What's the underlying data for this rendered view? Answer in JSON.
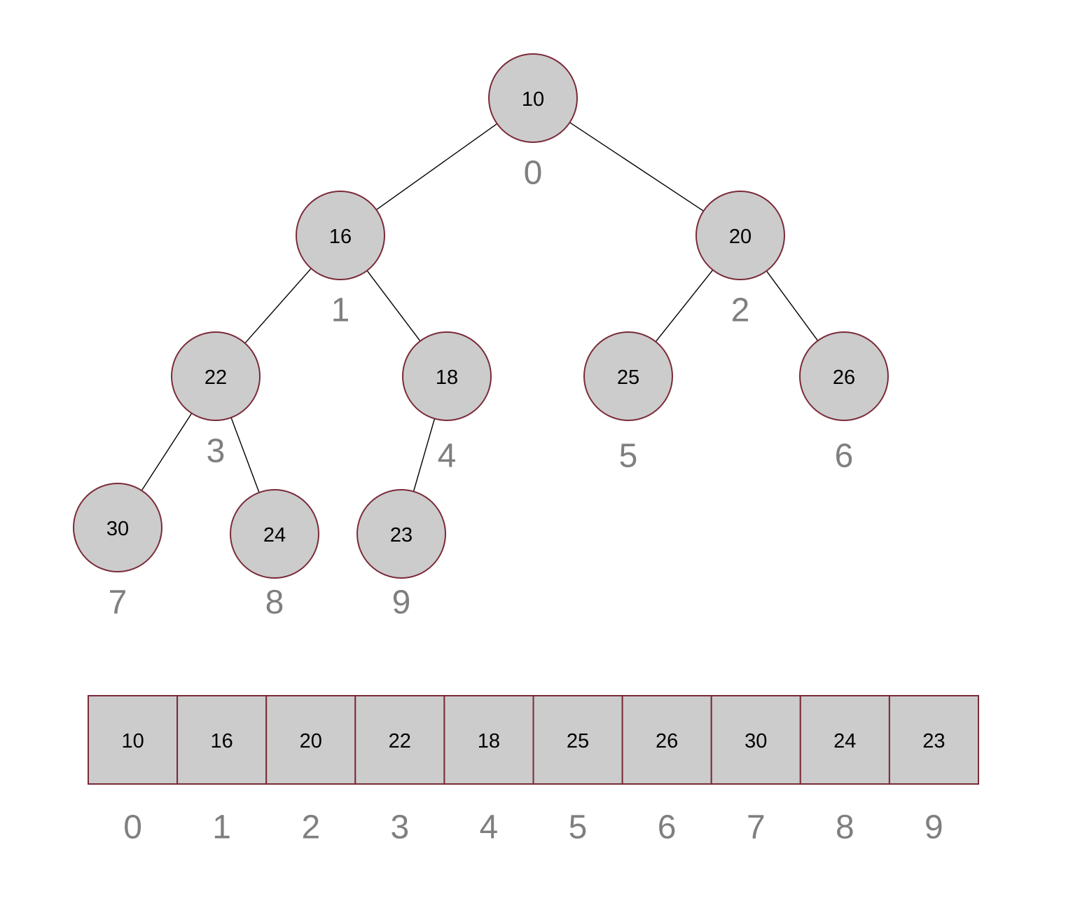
{
  "colors": {
    "node_fill": "#cccccc",
    "node_stroke": "#7a2a38",
    "edge": "#000000",
    "index_text": "#7f7f7f",
    "value_text": "#000000"
  },
  "tree": {
    "nodes": [
      {
        "index": "0",
        "value": "10"
      },
      {
        "index": "1",
        "value": "16"
      },
      {
        "index": "2",
        "value": "20"
      },
      {
        "index": "3",
        "value": "22"
      },
      {
        "index": "4",
        "value": "18"
      },
      {
        "index": "5",
        "value": "25"
      },
      {
        "index": "6",
        "value": "26"
      },
      {
        "index": "7",
        "value": "30"
      },
      {
        "index": "8",
        "value": "24"
      },
      {
        "index": "9",
        "value": "23"
      }
    ],
    "edges": [
      {
        "from": "0",
        "to": "1"
      },
      {
        "from": "0",
        "to": "2"
      },
      {
        "from": "1",
        "to": "3"
      },
      {
        "from": "1",
        "to": "4"
      },
      {
        "from": "2",
        "to": "5"
      },
      {
        "from": "2",
        "to": "6"
      },
      {
        "from": "3",
        "to": "7"
      },
      {
        "from": "3",
        "to": "8"
      },
      {
        "from": "4",
        "to": "9"
      }
    ]
  },
  "array": {
    "cells": [
      {
        "index": "0",
        "value": "10"
      },
      {
        "index": "1",
        "value": "16"
      },
      {
        "index": "2",
        "value": "20"
      },
      {
        "index": "3",
        "value": "22"
      },
      {
        "index": "4",
        "value": "18"
      },
      {
        "index": "5",
        "value": "25"
      },
      {
        "index": "6",
        "value": "26"
      },
      {
        "index": "7",
        "value": "30"
      },
      {
        "index": "8",
        "value": "24"
      },
      {
        "index": "9",
        "value": "23"
      }
    ]
  }
}
